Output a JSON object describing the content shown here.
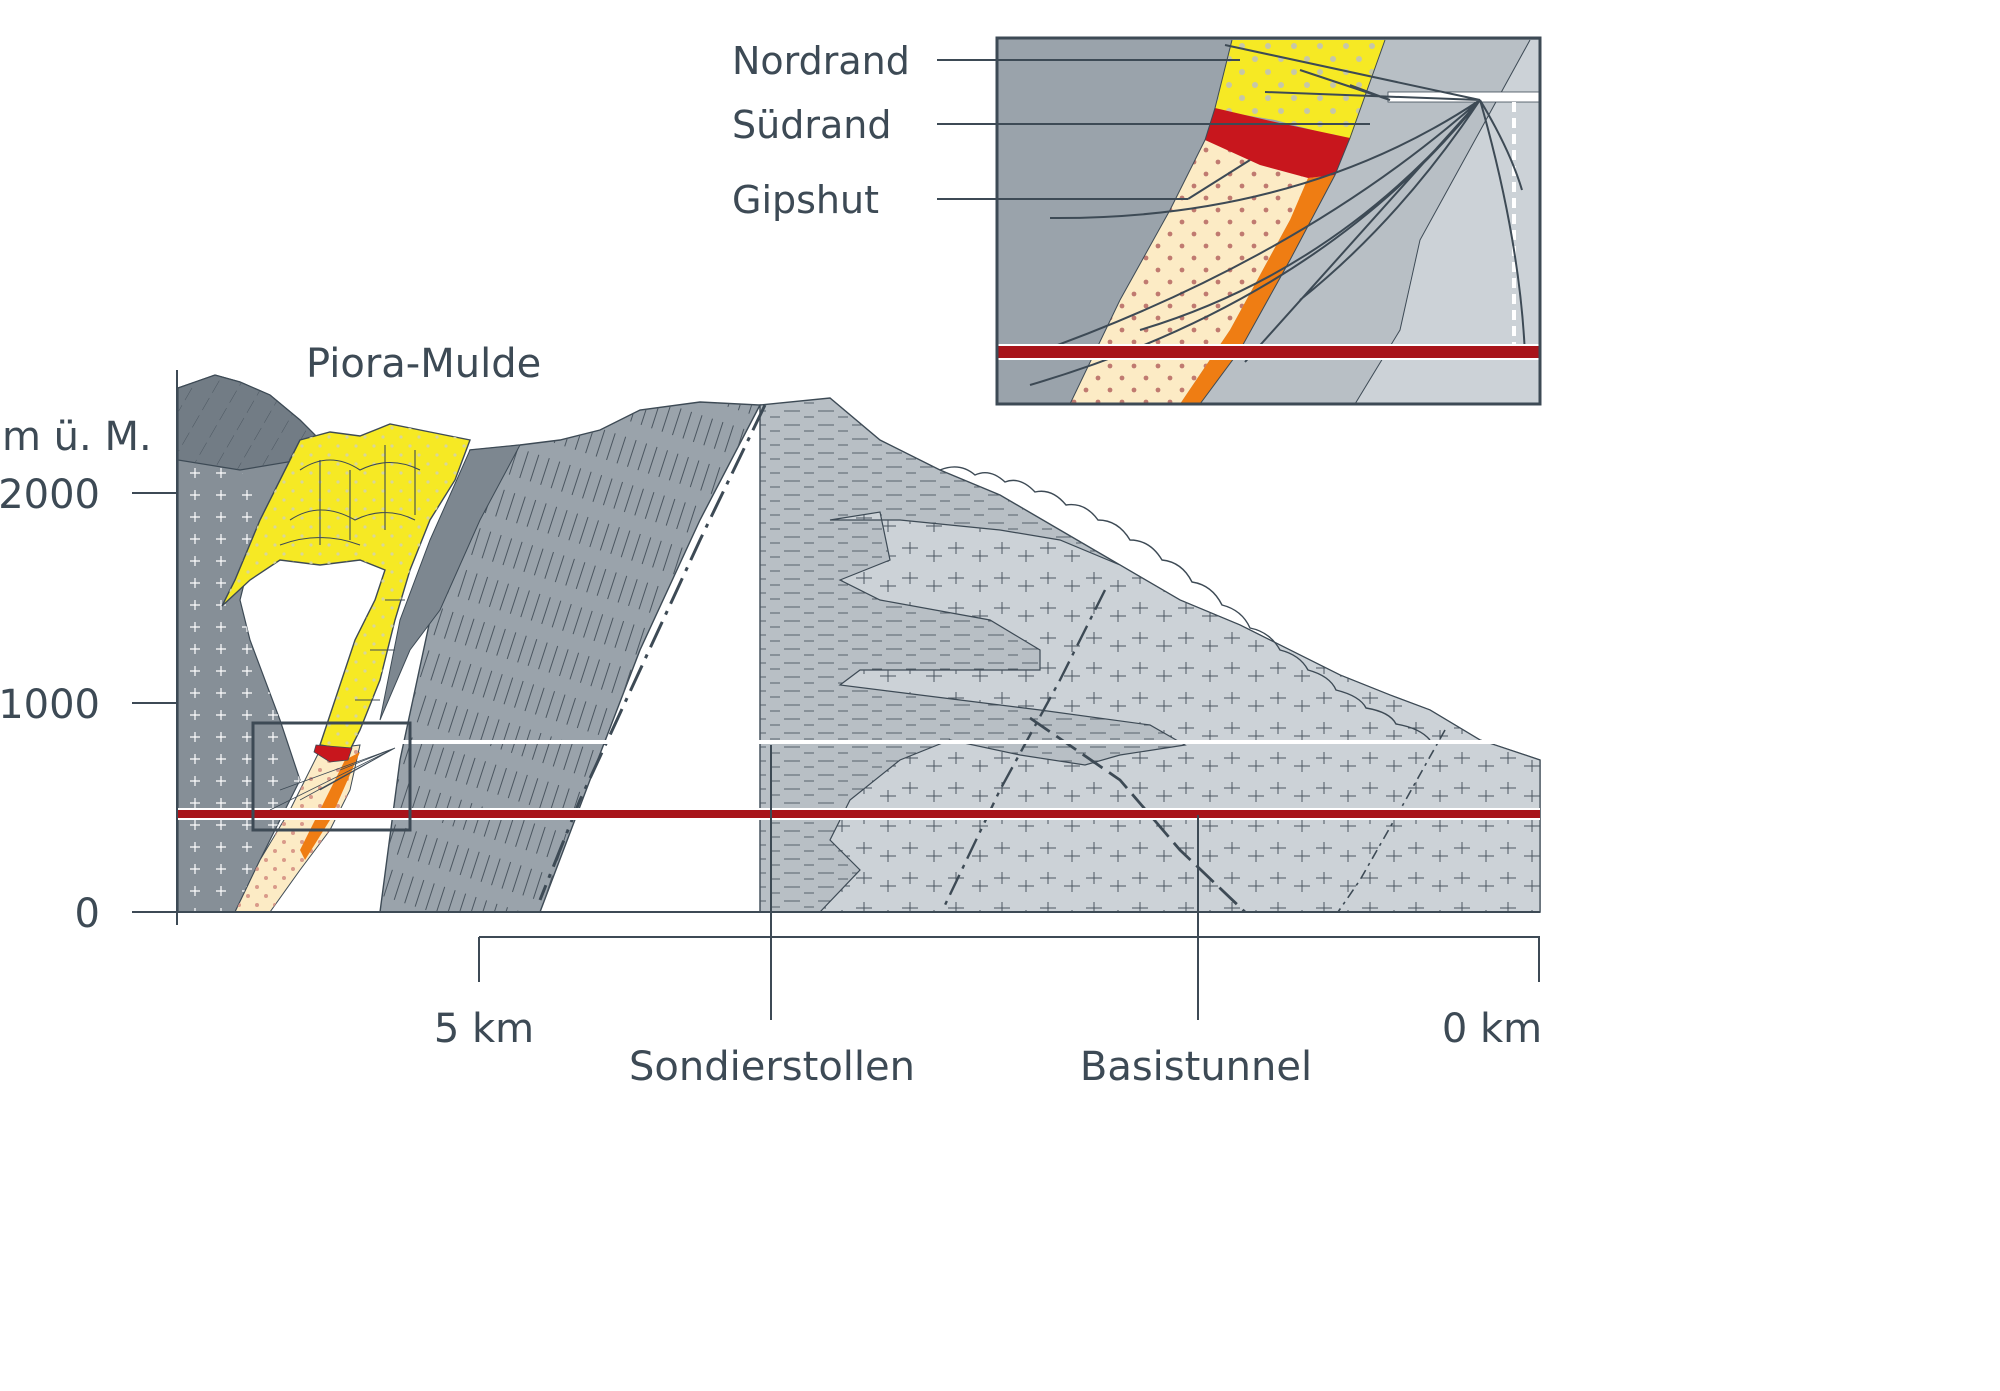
{
  "title": "Piora-Mulde",
  "y_axis": {
    "unit_label": "m ü. M.",
    "ticks": [
      "2000",
      "1000",
      "0"
    ]
  },
  "x_axis": {
    "ticks": [
      "5 km",
      "0 km"
    ]
  },
  "tunnels": {
    "probe": "Sondierstollen",
    "base": "Basistunnel"
  },
  "inset": {
    "labels": [
      "Nordrand",
      "Südrand",
      "Gipshut"
    ]
  },
  "colors": {
    "dark_rock": "#7d8790",
    "mid_rock": "#9aa3ab",
    "light_rock": "#b8bfc5",
    "pale_rock": "#ccd2d7",
    "yellow_zone": "#f6e924",
    "red_band": "#c8161d",
    "orange_band": "#ef7d13",
    "cream_zone": "#fcebc5",
    "tunnel_red": "#a8141a",
    "ink": "#3d4a55"
  }
}
